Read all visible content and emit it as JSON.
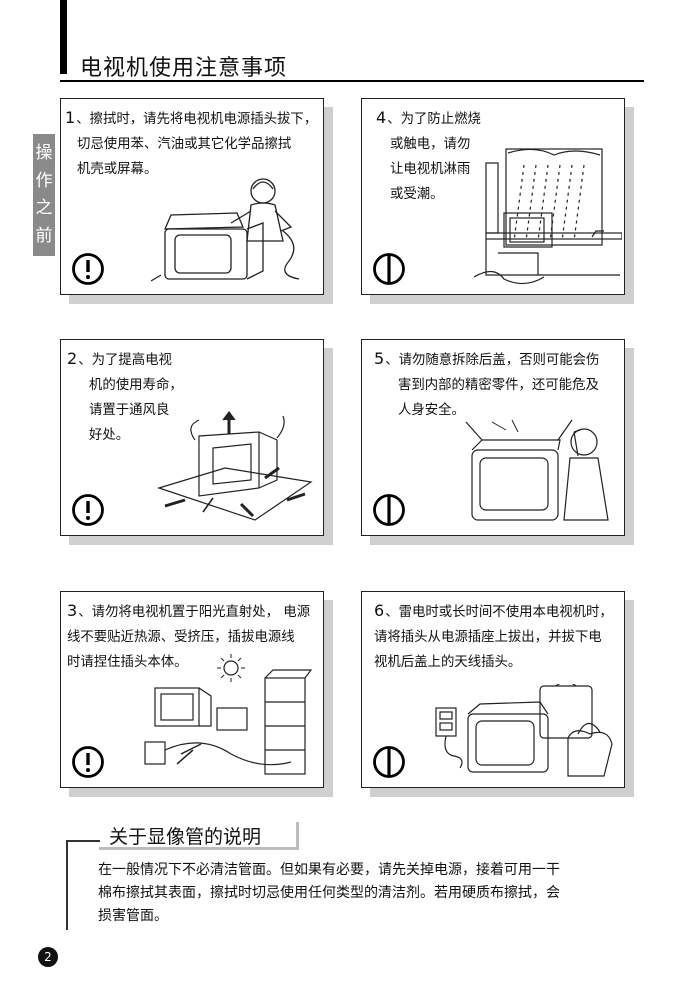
{
  "header": {
    "title": "电视机使用注意事项"
  },
  "side_tab": {
    "chars": [
      "操",
      "作",
      "之",
      "前"
    ]
  },
  "cards": [
    {
      "num": "1",
      "lines": [
        "、擦拭时，请先将电视机电源插头拔下，",
        "切忌使用苯、汽油或其它化学品擦拭",
        "机壳或屏幕。"
      ],
      "mark": "warning-icon"
    },
    {
      "num": "4",
      "lines": [
        "、为了防止燃烧",
        "或触电，请勿",
        "让电视机淋雨",
        "或受潮。"
      ],
      "mark": "prohibition-icon"
    },
    {
      "num": "2",
      "lines": [
        "、为了提高电视",
        "机的使用寿命，",
        "请置于通风良",
        "好处。"
      ],
      "mark": "warning-icon"
    },
    {
      "num": "5",
      "lines": [
        "、请勿随意拆除后盖，否则可能会伤",
        "害到内部的精密零件，还可能危及",
        "人身安全。"
      ],
      "mark": "prohibition-icon"
    },
    {
      "num": "3",
      "lines": [
        "、请勿将电视机置于阳光直射处， 电源",
        "线不要贴近热源、受挤压，插拔电源线",
        "时请捏住插头本体。"
      ],
      "mark": "warning-icon"
    },
    {
      "num": "6",
      "lines": [
        "、雷电时或长时间不使用本电视机时，",
        "请将插头从电源插座上拔出，并拔下电",
        "视机后盖上的天线插头。"
      ],
      "mark": "prohibition-icon"
    }
  ],
  "crt_section": {
    "heading": "关于显像管的说明",
    "lines": [
      "在一般情况下不必清洁管面。但如果有必要，请先关掉电源，接着可用一干",
      "棉布擦拭其表面，擦拭时切忌使用任何类型的清洁剂。若用硬质布擦拭，会",
      "损害管面。"
    ]
  },
  "page_number": "2"
}
